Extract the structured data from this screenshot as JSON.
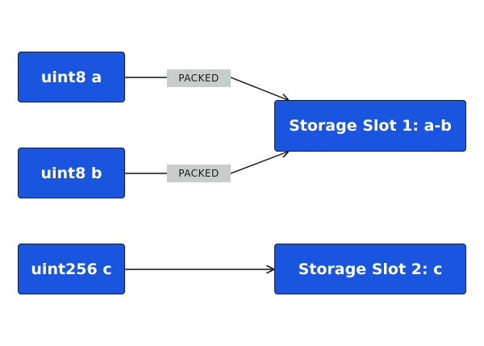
{
  "nodes": {
    "a": "uint8 a",
    "b": "uint8 b",
    "c": "uint256 c",
    "slot1": "Storage Slot 1: a-b",
    "slot2": "Storage Slot 2: c"
  },
  "edge_labels": {
    "a_to_slot1": "PACKED",
    "b_to_slot1": "PACKED"
  },
  "colors": {
    "node_fill": "#1a55e0",
    "node_border": "#0b1d4f",
    "label_fill": "#c8cdcb",
    "edge": "#111111"
  }
}
